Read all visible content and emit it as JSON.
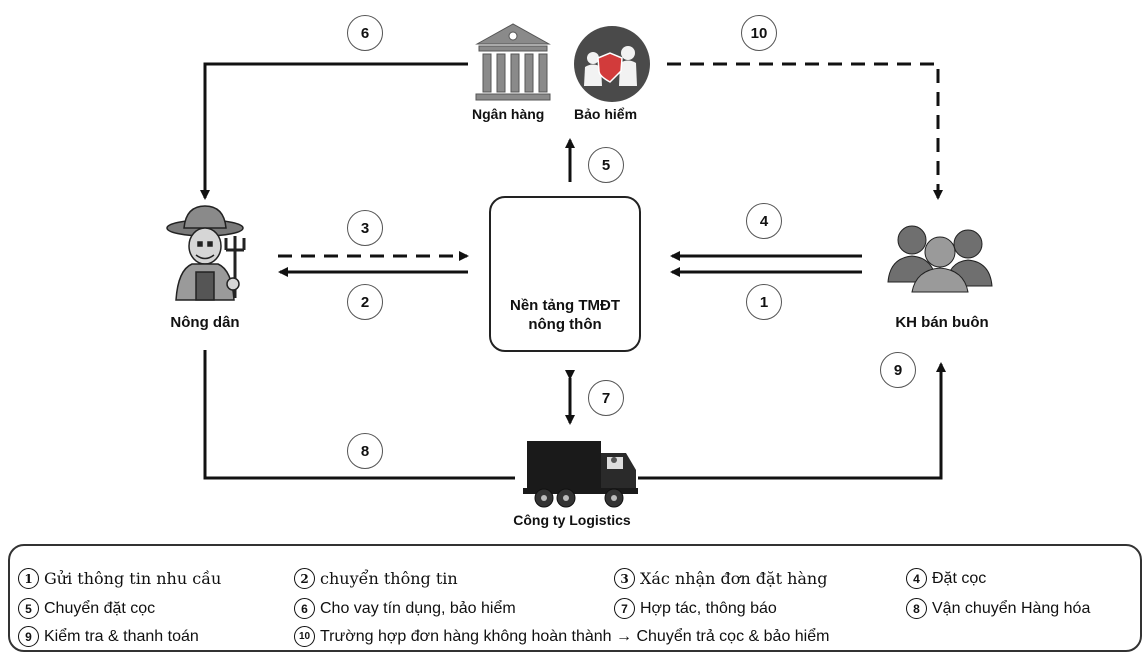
{
  "nodes": {
    "bank": "Ngân hàng",
    "insurance": "Bảo hiểm",
    "farmer": "Nông dân",
    "platform_line1": "Nền tảng TMĐT",
    "platform_line2": "nông thôn",
    "wholesale": "KH bán buôn",
    "logistics": "Công ty Logistics"
  },
  "steps": [
    "1",
    "2",
    "3",
    "4",
    "5",
    "6",
    "7",
    "8",
    "9",
    "10"
  ],
  "legend": [
    {
      "num": "1",
      "text": "Gửi thông tin nhu cầu"
    },
    {
      "num": "2",
      "text": "chuyển thông tin"
    },
    {
      "num": "3",
      "text": "Xác nhận đơn đặt hàng"
    },
    {
      "num": "4",
      "text": "Đặt cọc"
    },
    {
      "num": "5",
      "text": "Chuyển đặt cọc"
    },
    {
      "num": "6",
      "text": "Cho vay tín dụng, bảo hiểm"
    },
    {
      "num": "7",
      "text": "Hợp tác, thông báo"
    },
    {
      "num": "8",
      "text": "Vận chuyển Hàng hóa"
    },
    {
      "num": "9",
      "text": "Kiểm tra & thanh toán"
    },
    {
      "num": "10",
      "text": "Trường hợp đơn hàng không hoàn thành → Chuyển trả cọc & bảo hiểm"
    }
  ]
}
